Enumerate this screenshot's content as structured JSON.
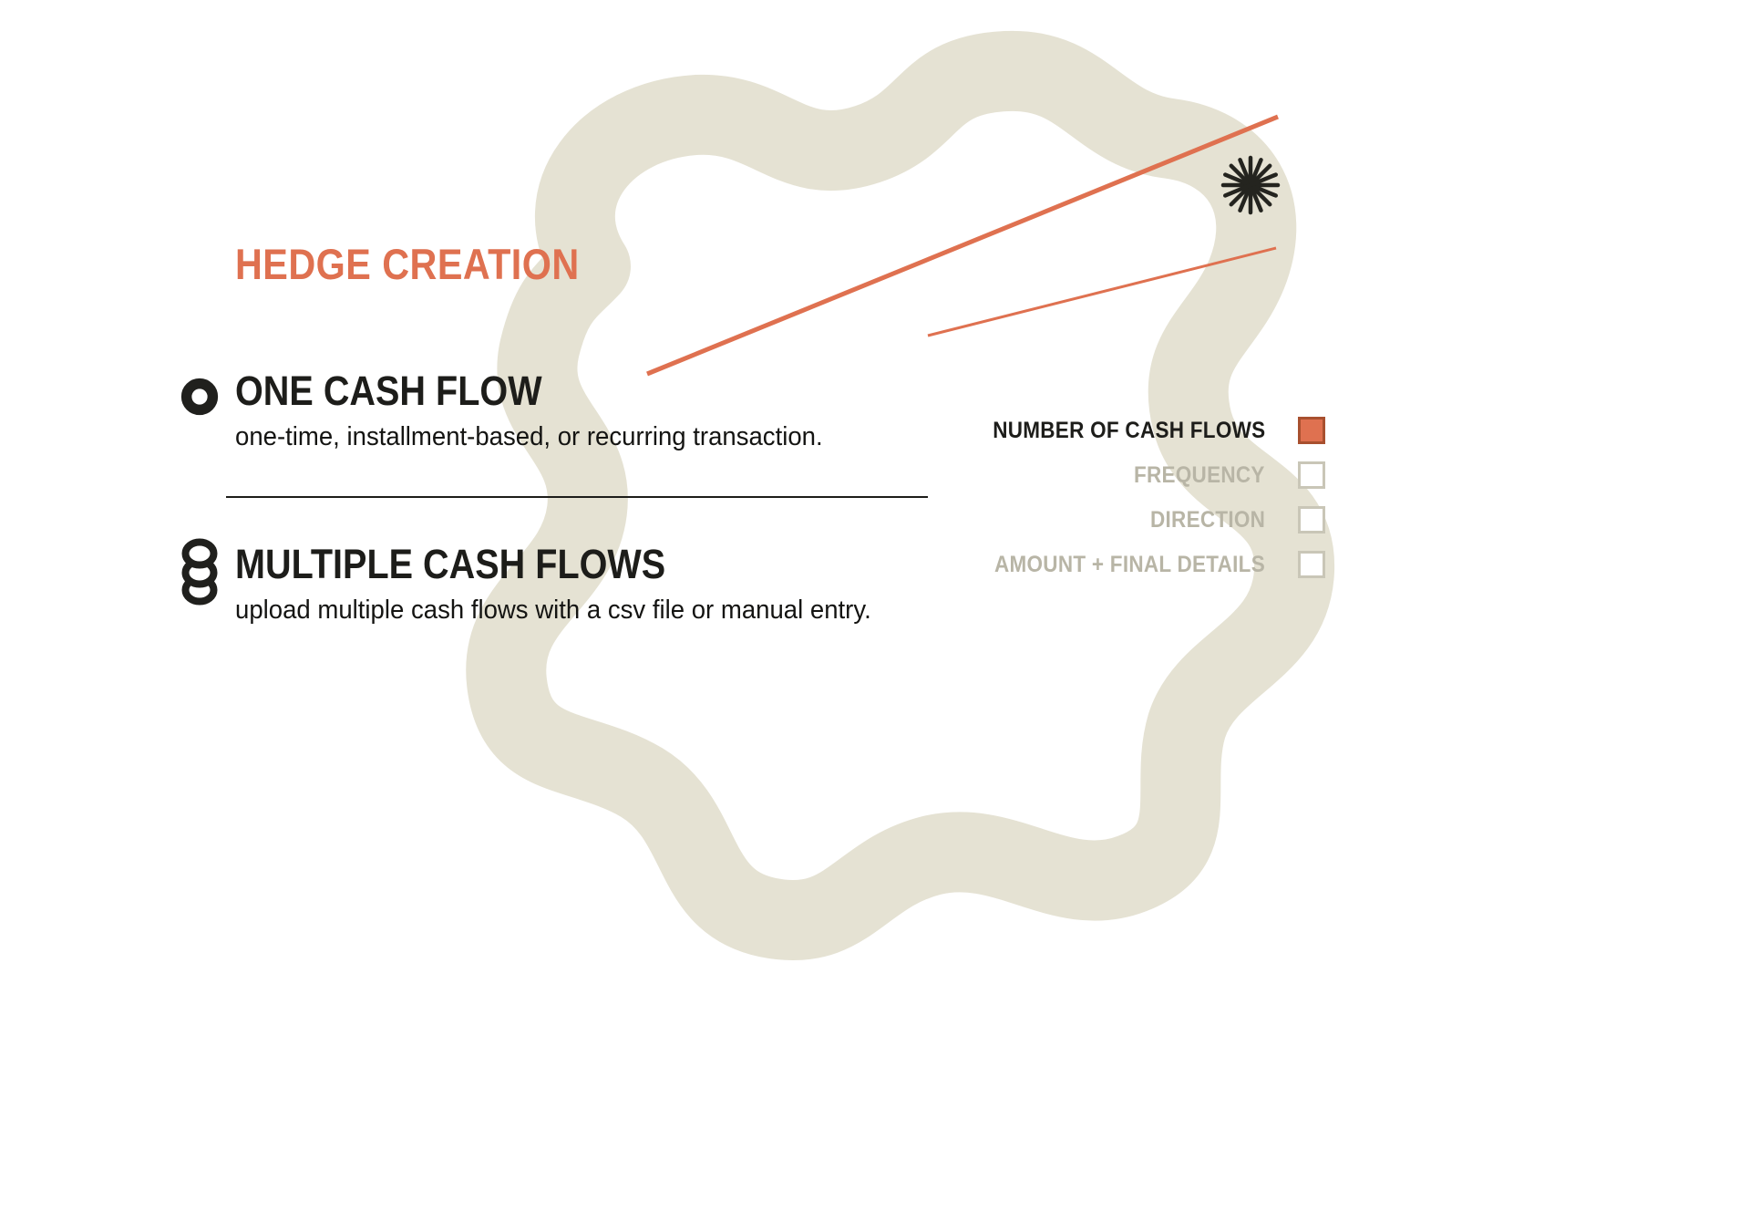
{
  "page": {
    "title": "HEDGE CREATION"
  },
  "options": [
    {
      "title": "ONE CASH FLOW",
      "description": "one-time, installment-based, or recurring transaction.",
      "icon": "single-ring-icon"
    },
    {
      "title": "MULTIPLE CASH FLOWS",
      "description": "upload multiple cash flows with a csv file or manual entry.",
      "icon": "coin-stack-icon"
    }
  ],
  "steps": [
    {
      "label": "NUMBER OF CASH FLOWS",
      "active": true
    },
    {
      "label": "FREQUENCY",
      "active": false
    },
    {
      "label": "DIRECTION",
      "active": false
    },
    {
      "label": "AMOUNT + FINAL DETAILS",
      "active": false
    }
  ],
  "colors": {
    "accent": "#DF7150",
    "inactive_label": "#B8B5A6",
    "blob": "#E5E2D3",
    "text": "#1D1D1A"
  }
}
